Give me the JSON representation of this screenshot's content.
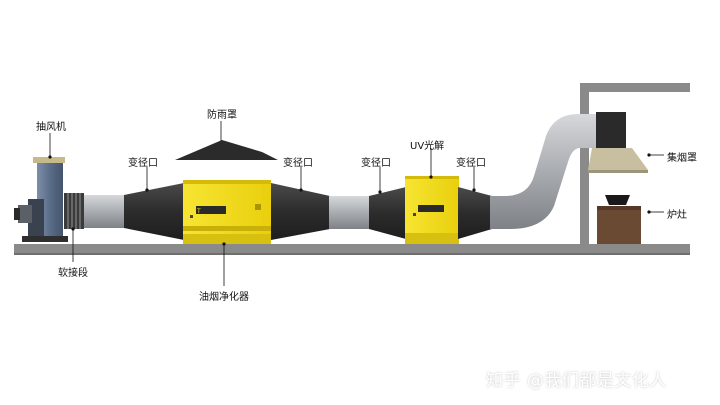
{
  "labels": {
    "fan": "抽风机",
    "rain_cover": "防雨罩",
    "reducer_1": "变径口",
    "reducer_2": "变径口",
    "reducer_3": "变径口",
    "reducer_4": "变径口",
    "uv": "UV光解",
    "hood": "集烟罩",
    "stove": "炉灶",
    "soft_joint": "软接段",
    "purifier": "油烟净化器"
  },
  "watermark": "知乎 @我们都是文化人",
  "colors": {
    "yellow": "#f2de16",
    "dark_duct": "#3a3a3a",
    "floor": "#8a8a8a",
    "steel": "#b9bcc0"
  }
}
